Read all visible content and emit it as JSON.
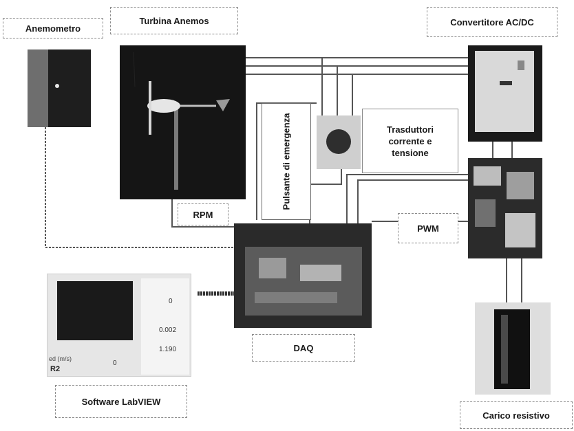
{
  "labels": {
    "anemometro": "Anemometro",
    "turbina": "Turbina Anemos",
    "convertitore": "Convertitore AC/DC",
    "rpm": "RPM",
    "pulsante": "Pulsante di\nemergenza",
    "trasduttori": "Trasduttori\ncorrente e\ntensione",
    "pwm": "PWM",
    "daq": "DAQ",
    "software": "Software LabVIEW",
    "carico": "Carico resistivo"
  },
  "labview_screen": {
    "values": [
      "0",
      "0.002",
      "1.190",
      "0"
    ],
    "caption": "R2",
    "side_text": "ed (m/s)"
  },
  "colors": {
    "wire": "#555555",
    "photo_dark": "#151515",
    "background": "#ffffff"
  }
}
